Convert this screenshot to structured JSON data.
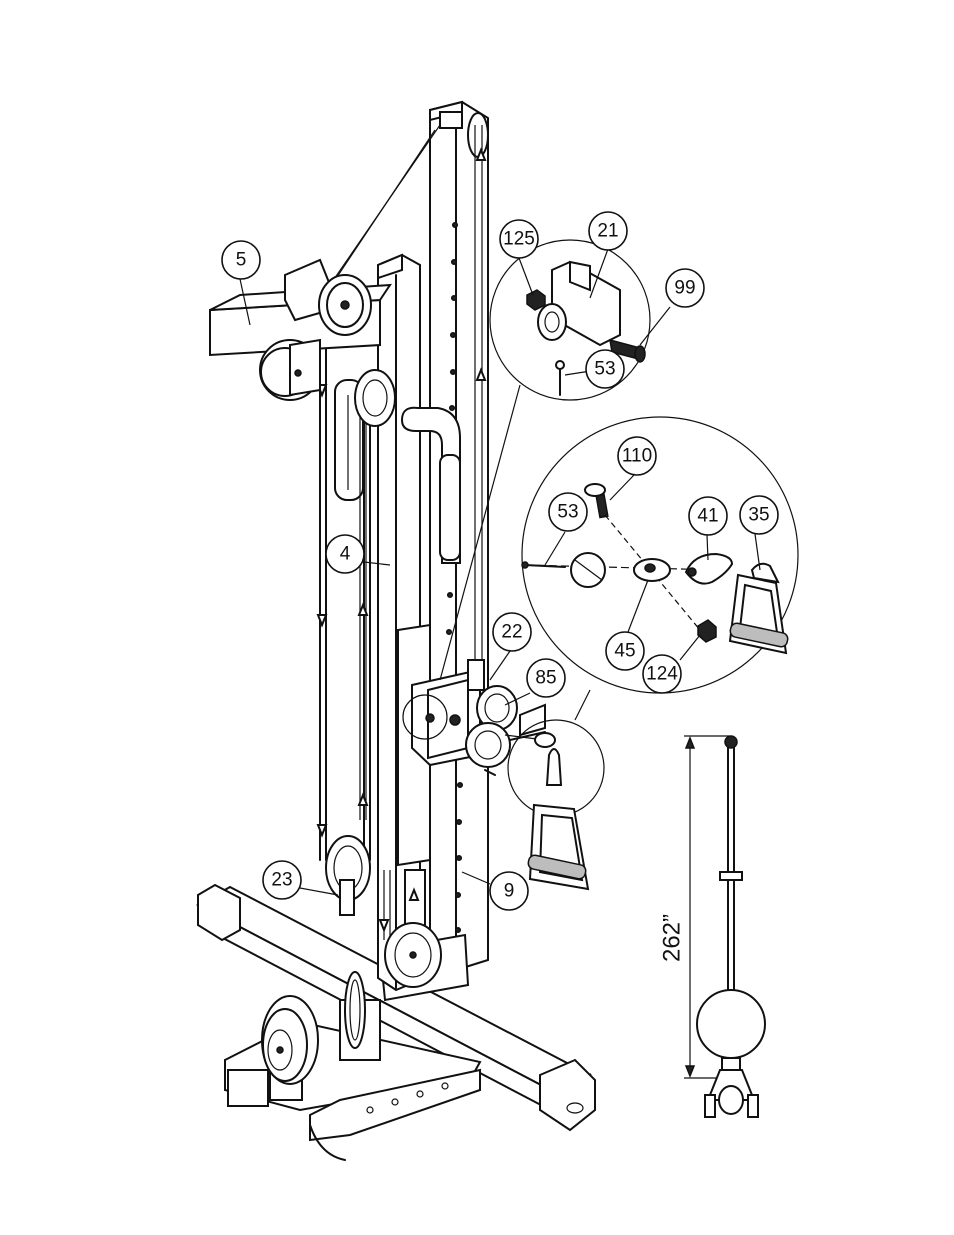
{
  "callouts": {
    "c5": "5",
    "c4": "4",
    "c9": "9",
    "c21": "21",
    "c22": "22",
    "c23": "23",
    "c35": "35",
    "c41": "41",
    "c45": "45",
    "c53a": "53",
    "c53b": "53",
    "c85": "85",
    "c99": "99",
    "c110": "110",
    "c124": "124",
    "c125": "125"
  },
  "cable_length": "262”"
}
